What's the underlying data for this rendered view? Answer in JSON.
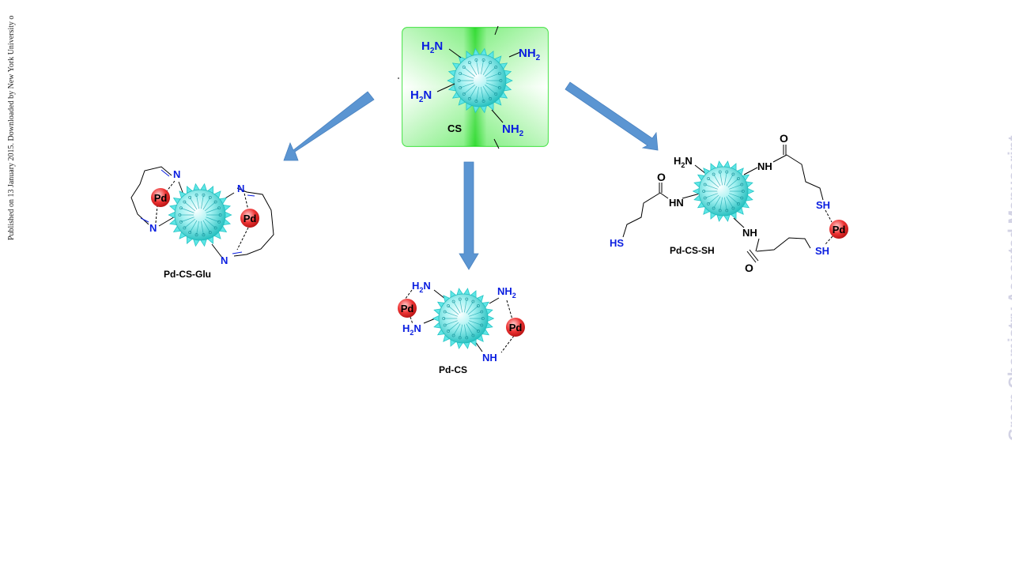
{
  "side_note": "Published on 13 January 2015. Downloaded by New York University o",
  "watermark": "Green Chemistry Accepted Manuscript",
  "center_box": {
    "groups": [
      "H",
      "N",
      "NH",
      "2"
    ],
    "label": "CS"
  },
  "products": {
    "left": {
      "label": "Pd-CS-Glu",
      "atoms": [
        "N",
        "N",
        "N",
        "N"
      ],
      "metal": "Pd"
    },
    "center": {
      "label": "Pd-CS",
      "groups": [
        "H",
        "N",
        "NH",
        "2"
      ],
      "metal": "Pd"
    },
    "right": {
      "label": "Pd-CS-SH",
      "amide": [
        "NH",
        "HN",
        "O"
      ],
      "thiol": [
        "HS",
        "SH"
      ],
      "metal": "Pd"
    }
  },
  "colors": {
    "atom_blue": "#0a1ee0",
    "box_green": "#22e022",
    "arrow_blue": "#5b95d2",
    "particle_cyan": "#37dcdc",
    "pd_red": "#e8282b"
  }
}
